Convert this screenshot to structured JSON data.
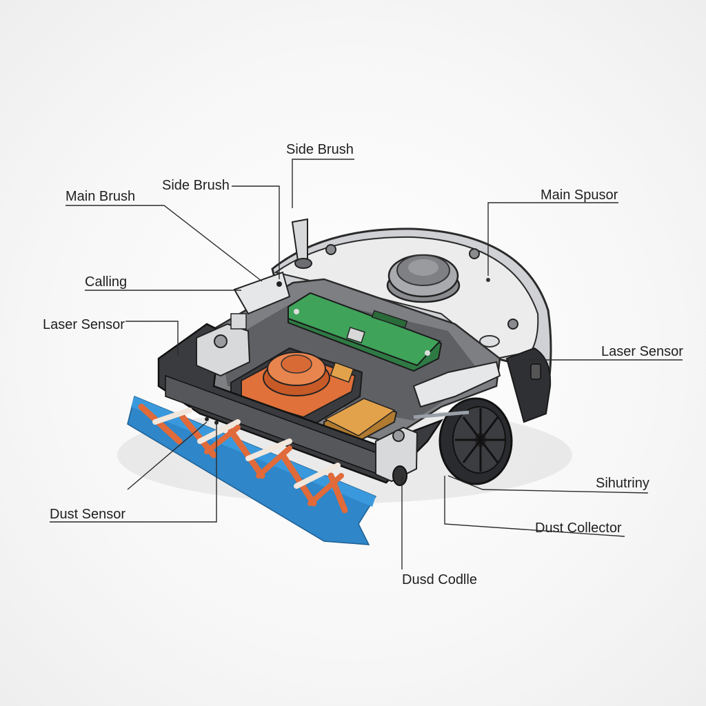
{
  "diagram": {
    "labels": {
      "side_brush_top": "Side Brush",
      "side_brush": "Side Brush",
      "main_brush": "Main Brush",
      "main_spusor": "Main Spusor",
      "calling": "Calling",
      "laser_sensor_left": "Laser Sensor",
      "laser_sensor_right": "Laser Sensor",
      "sihutriny": "Sihutriny",
      "dust_sensor": "Dust Sensor",
      "dust_collector": "Dust Collector",
      "dusd_codlle": "Dusd Codlle"
    },
    "colors": {
      "body": "#d9dadc",
      "chassis": "#3a3b3e",
      "pcb": "#3fa35a",
      "motor": "#e0713a",
      "module": "#e2a24c",
      "brush_blue": "#2f86c8",
      "brush_orange": "#e06a3a",
      "leader_line": "#2a2a2a"
    }
  }
}
